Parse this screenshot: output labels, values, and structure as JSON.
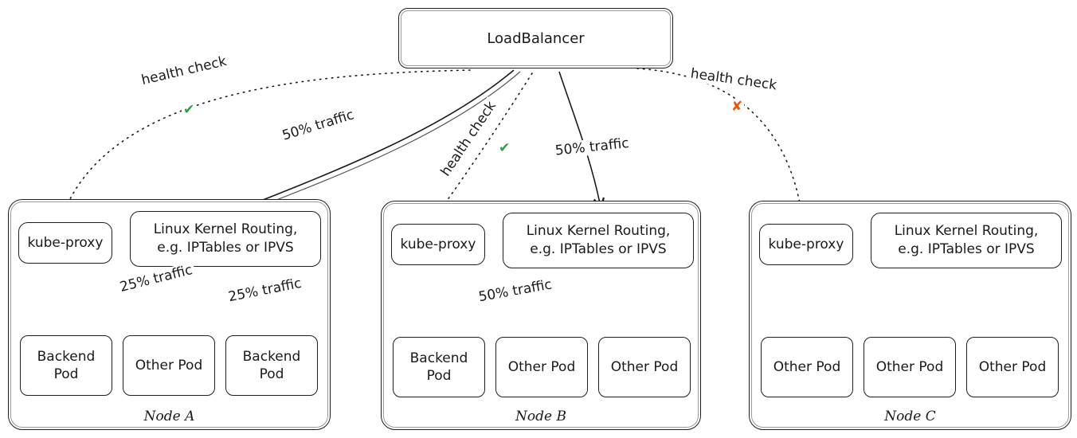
{
  "load_balancer": {
    "label": "LoadBalancer"
  },
  "edges": {
    "traffic_to_node_a": {
      "label": "50% traffic"
    },
    "traffic_to_node_b": {
      "label": "50% traffic"
    },
    "health_check_node_a": {
      "label": "health check",
      "status_icon": "✔",
      "status_color": "#2f9e44"
    },
    "health_check_node_b": {
      "label": "health check",
      "status_icon": "✔",
      "status_color": "#2f9e44"
    },
    "health_check_node_c": {
      "label": "health check",
      "status_icon": "✘",
      "status_color": "#e8590c"
    },
    "node_a_traffic_left": {
      "label": "25% traffic"
    },
    "node_a_traffic_right": {
      "label": "25% traffic"
    },
    "node_b_traffic": {
      "label": "50% traffic"
    }
  },
  "nodes": [
    {
      "name": "Node A",
      "kube_proxy": "kube-proxy",
      "kernel_routing_line1": "Linux Kernel Routing,",
      "kernel_routing_line2": "e.g. IPTables or IPVS",
      "pods": [
        "Backend Pod",
        "Other Pod",
        "Backend Pod"
      ]
    },
    {
      "name": "Node B",
      "kube_proxy": "kube-proxy",
      "kernel_routing_line1": "Linux Kernel Routing,",
      "kernel_routing_line2": "e.g. IPTables or IPVS",
      "pods": [
        "Backend Pod",
        "Other Pod",
        "Other Pod"
      ]
    },
    {
      "name": "Node C",
      "kube_proxy": "kube-proxy",
      "kernel_routing_line1": "Linux Kernel Routing,",
      "kernel_routing_line2": "e.g. IPTables or IPVS",
      "pods": [
        "Other Pod",
        "Other Pod",
        "Other Pod"
      ]
    }
  ]
}
